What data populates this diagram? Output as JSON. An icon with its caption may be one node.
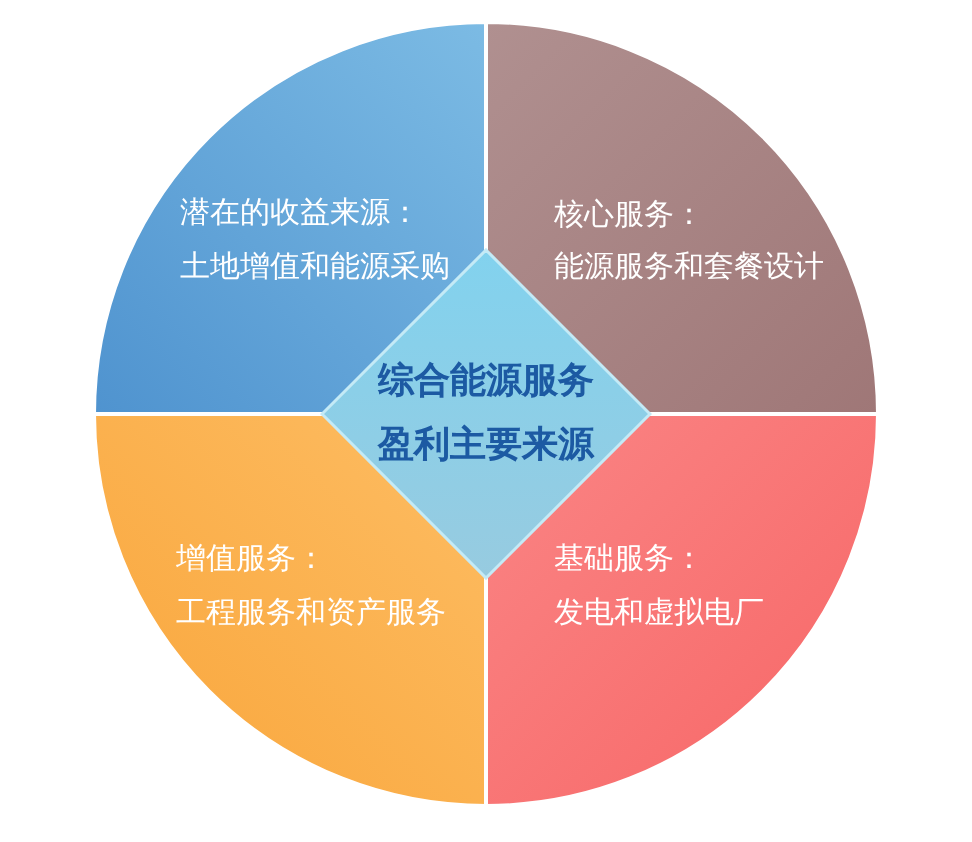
{
  "diagram": {
    "nodes": [
      {
        "text": [
          "潜在的收益来源：",
          "土地增值和能源采购"
        ]
      },
      {
        "text": [
          "核心服务：",
          "能源服务和套餐设计"
        ]
      },
      {
        "text": [
          "综合能源服务盈利主要来源"
        ]
      },
      {
        "text": [
          "增值服务：",
          "工程服务和资产服务"
        ]
      },
      {
        "text": [
          "基础服务：",
          "发电和虚拟电厂"
        ]
      }
    ]
  }
}
